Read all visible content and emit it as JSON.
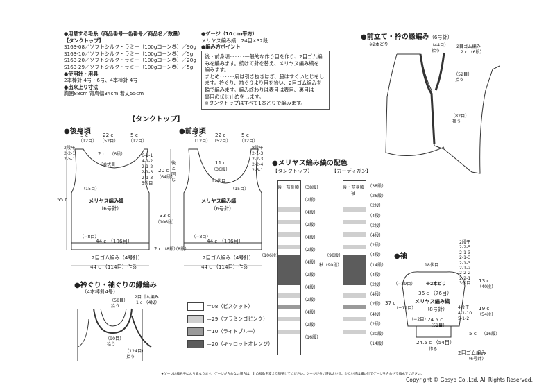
{
  "materials": {
    "heading": "●用意する毛糸（商品番号ー色番号／商品名／数量）",
    "tank_label": "【タンクトップ】",
    "lines": [
      "S163-08／ソフトシルク・ラミー（100gコーン巻）／90g",
      "S163-10／ソフトシルク・ラミー（100gコーン巻）／5g",
      "S163-20／ソフトシルク・ラミー（100gコーン巻）／20g",
      "S163-29／ソフトシルク・ラミー（100gコーン巻）／5g"
    ],
    "needles_heading": "●使用針・用具",
    "needles": "2本棒針 4号・6号、4本棒針 4号",
    "size_heading": "●出来上り寸法",
    "size": "胸囲88cm 背肩幅34cm 着丈55cm"
  },
  "gauge": {
    "heading": "●ゲージ（10ｃｍ平方）",
    "value": "メリヤス編み縞　24目×32段",
    "points_heading": "●編み方ポイント",
    "points": [
      "後・前身頃･･････一般的な作り目を作り、2目ゴム編",
      "みを編みます。続けて針を替え、メリヤス編み縞を",
      "編みます。",
      "まとめ･･････肩は引き抜きはぎ、脇はすくいとじをし",
      "ます。衿ぐり、袖ぐりより目を拾い、2目ゴム編みを",
      "輪で編みます。編み終わりは表目は表目、裏目は",
      "裏目の伏せ止めをします。",
      "※タンクトップはすべて1本どりで編みます。"
    ]
  },
  "tank_title": "【タンクトップ】",
  "back": {
    "title": "●後身頃",
    "top_dims": [
      "5 c",
      "22 c",
      "5 c"
    ],
    "top_sts": [
      "（12目）",
      "（52目）",
      "（12目）"
    ],
    "left_dec": [
      "2段平",
      "2-2-1",
      "2-5-1"
    ],
    "neck": "2 c",
    "neck_rows": "（6段）",
    "cast": "38伏目",
    "right_dec": [
      "6-1-1",
      "4-1-2",
      "2-1-2",
      "2-1-3",
      "2-1-3",
      "5伏目"
    ],
    "armhole": "20 c",
    "armhole_rows": "（64段）",
    "height": "55 c",
    "side_sts": "（15目）",
    "body_label": "メリヤス編み縞",
    "body_needle": "（6号針）",
    "body_len": "33 c",
    "body_rows": "（106段）",
    "bottom_inc": "（−8目）",
    "hem_width": "44 c （106目）",
    "hem_h": "2 c",
    "hem_rows": "（8段）",
    "rib_label": "2目ゴム編み（4号針）",
    "cast_on": "44 c （114目）作る"
  },
  "front": {
    "title": "●前身頃",
    "top_dims": [
      "5 c",
      "22 c",
      "5 c"
    ],
    "top_sts": [
      "（12目）",
      "（52目）",
      "（12目）"
    ],
    "right_dec": [
      "8段平",
      "2-1-3",
      "2-2-3",
      "2-2-4",
      "2-6-1"
    ],
    "same": "後と同じ",
    "neck": "11 c",
    "neck_rows": "（36段）",
    "cast": "12伏目",
    "side_sts": "（15目）",
    "body_label": "メリヤス編み縞",
    "body_needle": "（6号針）",
    "bottom_inc": "（−8目）",
    "hem_width": "44 c （106目）",
    "hem_rows": "（8段）",
    "rib_label": "2目ゴム編み（4号針）",
    "cast_on": "44 c （114目）作る"
  },
  "edge": {
    "title": "●衿ぐり・袖ぐりの縁編み",
    "needle": "（4本棒針4号）",
    "pick_top": "（58目）",
    "pick_top2": "拾う",
    "rib": "2目ゴム編み",
    "rib_h": "1 c （4段）",
    "pick_front": "（90目）",
    "pick_front2": "拾う",
    "pick_arm": "（124目）",
    "pick_arm2": "拾う"
  },
  "legend": [
    {
      "code": "＝08（ビスケット）",
      "color": "#ffffff"
    },
    {
      "code": "＝29（フラミンゴピンク）",
      "color": "#cfcfcf"
    },
    {
      "code": "＝10（ライトブルー）",
      "color": "#9a9a9a"
    },
    {
      "code": "＝20（キャロットオレンジ）",
      "color": "#5c5c5c"
    }
  ],
  "stripes": {
    "title": "●メリヤス編み縞の配色",
    "tank_label": "【タンクトップ】",
    "cardigan_label": "【カーディガン】",
    "tank_top": "後・前身頃",
    "card_top": "後・前身頃",
    "card_top2": "袖",
    "tank_rows": [
      "（38段）",
      "（2段）",
      "（4段）",
      "（2段）",
      "（4段）",
      "（2段）",
      "（4段）",
      "（2段）",
      "（4段）",
      "（2段）",
      "（4段）",
      "（2段）",
      "（16段）"
    ],
    "card_rows": [
      "（38段）",
      "（26段）",
      "（2段）",
      "（4段）",
      "（2段）",
      "（4段）",
      "（2段）",
      "（4段）",
      "（14段）",
      "（4段）",
      "（2段）",
      "（4段）",
      "（2段）",
      "（4段）",
      "（2段）",
      "（20段）",
      "（14段）"
    ],
    "tank_side": "（106段）",
    "card_side": "（98段）",
    "card_side2": "袖（90段）"
  },
  "cardigan": {
    "title": "●前立て・衿の縁編み",
    "needle": "（6号針）",
    "strand": "※2本どり",
    "pick_top": "（44目）",
    "pick_top2": "拾う",
    "rib": "2目ゴム編み",
    "rib_h": "2 c （6段）",
    "pick_mid": "（52目）",
    "pick_mid2": "拾う",
    "pick_bot": "（82目）",
    "pick_bot2": "拾う"
  },
  "sleeve": {
    "title": "●袖",
    "cast": "18伏目",
    "strand": "※2本どり",
    "right_dec": [
      "2段平",
      "2-2-5",
      "2-1-3",
      "2-1-3",
      "2-1-3",
      "2-1-2",
      "2-2-2",
      "2-2-1",
      "3伏目"
    ],
    "cap_h": "13 c",
    "cap_rows": "（40段）",
    "left_dim": "（−29目）",
    "width": "36 c （76目）",
    "body_label": "メリヤス編み縞",
    "body_needle": "（8号針）",
    "height": "37 c",
    "left_inc": "（+12目）",
    "inc_rule": [
      "4段平",
      "4-1-10",
      "5-1-2"
    ],
    "len": "19 c",
    "len_rows": "（54段）",
    "w2": "24.5 c",
    "w2_sts": "（52目）",
    "minus": "（−2目）",
    "cuff": "5 c",
    "cuff_rows": "（16段）",
    "cast_on": "24.5 c （54目）",
    "cast_on2": "作る",
    "rib": "2目ゴム編み",
    "rib_needle": "（6号針）"
  },
  "footnote": "★ゲージは編み手により異なります。ゲージが合わない場合は、針の号数を変えて調整してください。ゲージが多い時は太い針、少ない時は細い針でゲージを合わせて編んでください。",
  "copyright": "Copyright © Gosyo Co.,Ltd. All Rights Reserved."
}
